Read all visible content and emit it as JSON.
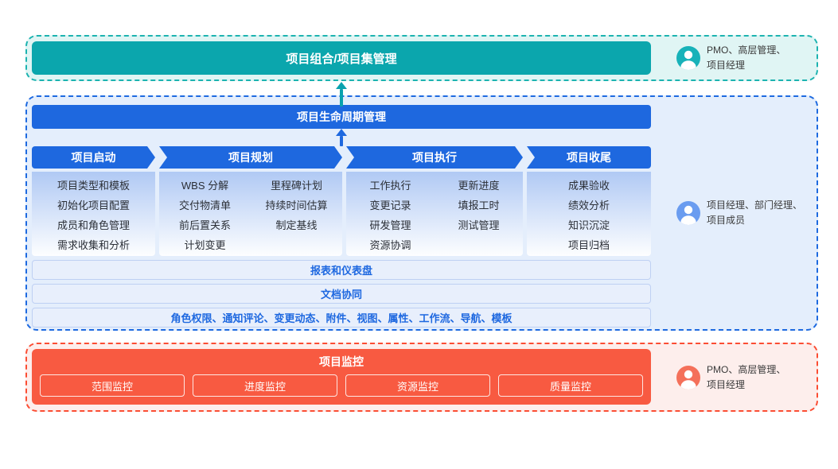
{
  "colors": {
    "teal": "#0BA6AD",
    "teal_border": "#1CB3B0",
    "blue": "#1E68DF",
    "blue_border": "#1E6AE0",
    "red": "#F85A41",
    "red_border": "#FB4D33",
    "panel_gradient_top": "#B0C9F4",
    "feature_text": "#1E68E0"
  },
  "portfolio": {
    "title": "项目组合/项目集管理",
    "roles": {
      "lines": [
        "PMO、高层管理、",
        "项目经理"
      ]
    }
  },
  "lifecycle": {
    "title": "项目生命周期管理",
    "stages": [
      {
        "label": "项目启动",
        "columns": [
          [
            "项目类型和模板",
            "初始化项目配置",
            "成员和角色管理",
            "需求收集和分析"
          ]
        ]
      },
      {
        "label": "项目规划",
        "columns": [
          [
            "WBS 分解",
            "交付物清单",
            "前后置关系",
            "计划变更"
          ],
          [
            "里程碑计划",
            "持续时间估算",
            "制定基线"
          ]
        ]
      },
      {
        "label": "项目执行",
        "columns": [
          [
            "工作执行",
            "变更记录",
            "研发管理",
            "资源协调"
          ],
          [
            "更新进度",
            "填报工时",
            "测试管理"
          ]
        ]
      },
      {
        "label": "项目收尾",
        "columns": [
          [
            "成果验收",
            "绩效分析",
            "知识沉淀",
            "项目归档"
          ]
        ]
      }
    ],
    "feature_bars": [
      "报表和仪表盘",
      "文档协同",
      "角色权限、通知评论、变更动态、附件、视图、属性、工作流、导航、模板"
    ],
    "roles": {
      "lines": [
        "项目经理、部门经理、",
        "项目成员"
      ]
    }
  },
  "monitor": {
    "title": "项目监控",
    "buttons": [
      "范围监控",
      "进度监控",
      "资源监控",
      "质量监控"
    ],
    "roles": {
      "lines": [
        "PMO、高层管理、",
        "项目经理"
      ]
    }
  }
}
